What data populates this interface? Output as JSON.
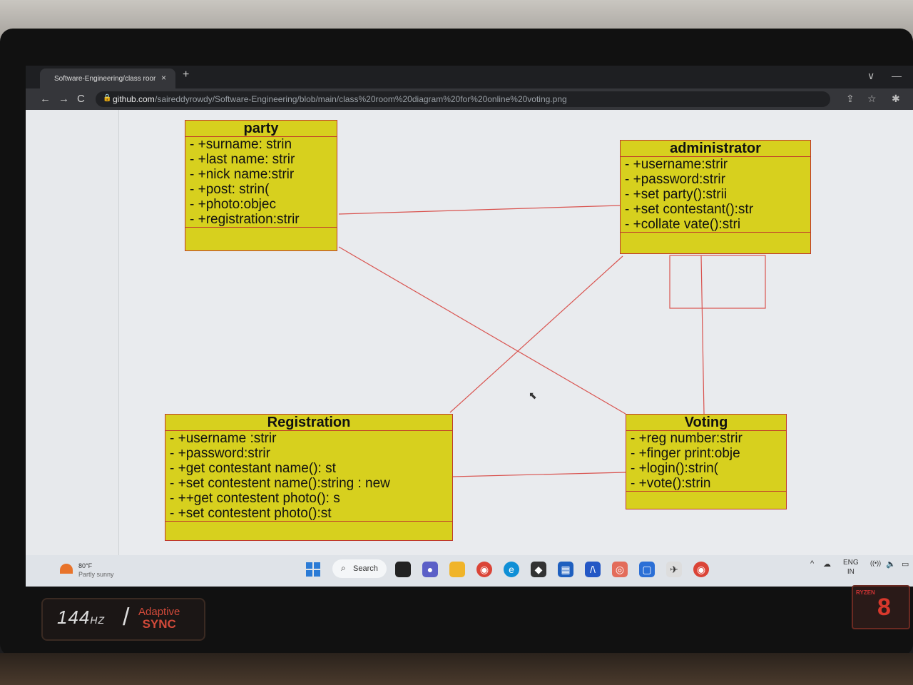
{
  "browser": {
    "tab_title": "Software-Engineering/class roor",
    "tab_close": "×",
    "new_tab": "+",
    "back": "←",
    "forward": "→",
    "reload": "C",
    "url_host": "github.com",
    "url_path": "/saireddyrowdy/Software-Engineering/blob/main/class%20room%20diagram%20for%20online%20voting.png",
    "share_icon": "⇪",
    "star_icon": "☆",
    "ext_icon": "✱",
    "minimize": "∨",
    "maximize": "—"
  },
  "diagram": {
    "classes": [
      {
        "name": "party",
        "attributes": [
          "- +surname: strin",
          "- +last name: strir",
          "- +nick name:strir",
          "- +post: strin(",
          "- +photo:objec",
          "- +registration:strir"
        ]
      },
      {
        "name": "administrator",
        "attributes": [
          "- +username:strir",
          "- +password:strir",
          "- +set party():strii",
          "- +set contestant():str",
          "- +collate vate():stri"
        ]
      },
      {
        "name": "Registration",
        "attributes": [
          "- +username :strir",
          "- +password:strir",
          "- +get contestant name(): st",
          "- +set contestent name():string : new",
          "- ++get contestent photo(): s",
          "- +set contestent photo():st"
        ]
      },
      {
        "name": "Voting",
        "attributes": [
          "- +reg number:strir",
          "- +finger print:obje",
          "- +login():strin(",
          "- +vote():strin"
        ]
      }
    ]
  },
  "taskbar": {
    "weather_temp": "80°F",
    "weather_condition": "Partly sunny",
    "search_label": "Search",
    "lang_top": "ENG",
    "lang_bottom": "IN",
    "up_arrow": "^",
    "wifi_icon": "((•))",
    "volume_icon": "🔈",
    "battery_icon": "▭"
  },
  "bezel": {
    "refresh_rate": "144",
    "refresh_unit": "HZ",
    "adaptive_label": "Adaptive",
    "sync_label": "SYNC",
    "cpu_brand": "RYZEN",
    "cpu_tier": "8"
  },
  "colors": {
    "class_fill": "#d7d01e",
    "class_border": "#c0392b",
    "connector": "#d9534f"
  }
}
